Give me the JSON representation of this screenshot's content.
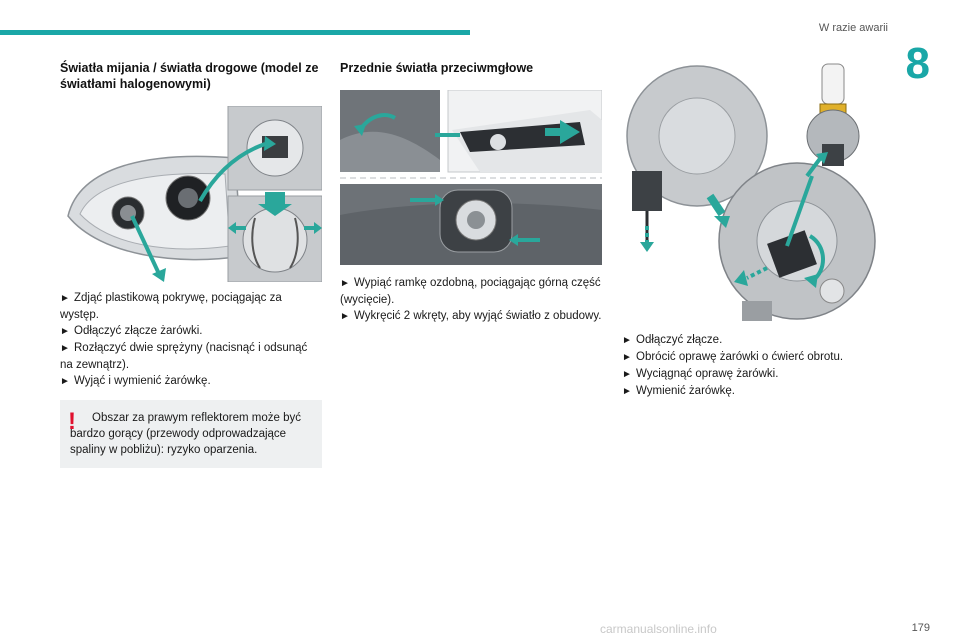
{
  "header": {
    "section_name": "W razie awarii",
    "chapter_number": "8",
    "page_number": "179"
  },
  "watermark": "carmanualsonline.info",
  "left": {
    "heading": "Światła mijania / światła drogowe (model ze światłami halogenowymi)",
    "steps": [
      "Zdjąć plastikową pokrywę, pociągając za występ.",
      "Odłączyć złącze żarówki.",
      "Rozłączyć dwie sprężyny (nacisnąć i odsunąć na zewnątrz).",
      "Wyjąć i wymienić żarówkę."
    ],
    "warning": "Obszar za prawym reflektorem może być bardzo gorący (przewody odprowadzające spaliny w pobliżu): ryzyko oparzenia."
  },
  "middle": {
    "heading": "Przednie światła przeciwmgłowe",
    "steps": [
      "Wypiąć ramkę ozdobną, pociągając górną część (wycięcie).",
      "Wykręcić 2 wkręty, aby wyjąć światło z obudowy."
    ]
  },
  "right": {
    "steps": [
      "Odłączyć złącze.",
      "Obrócić oprawę żarówki o ćwierć obrotu.",
      "Wyciągnąć oprawę żarówki.",
      "Wymienić żarówkę."
    ]
  },
  "bullet_glyph": "►",
  "colors": {
    "accent": "#1aa7a7",
    "warning": "#e0102e",
    "arrow": "#2aa79b"
  }
}
